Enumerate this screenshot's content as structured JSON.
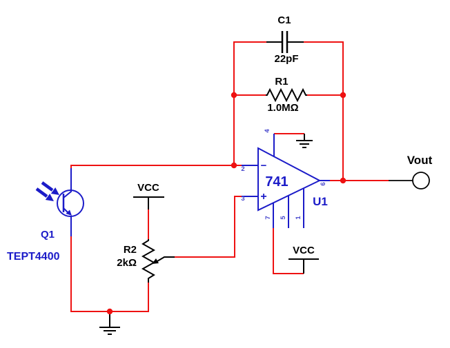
{
  "colors": {
    "wire": "#ee1111",
    "black": "#000000",
    "device": "#1b1bc8",
    "pin": "#4444cc",
    "canvas": "#ffffff"
  },
  "components": {
    "c1": {
      "ref": "C1",
      "value": "22pF"
    },
    "r1": {
      "ref": "R1",
      "value": "1.0MΩ"
    },
    "r2": {
      "ref": "R2",
      "value": "2kΩ"
    },
    "q1": {
      "ref": "Q1",
      "part": "TEPT4400"
    },
    "u1": {
      "ref": "U1",
      "part": "741",
      "inverting_sign": "−",
      "noninverting_sign": "+",
      "pins": {
        "pin1": "1",
        "pin2": "2",
        "pin3": "3",
        "pin4": "4",
        "pin5": "5",
        "pin6": "6",
        "pin7": "7"
      }
    }
  },
  "power": {
    "vcc": "VCC"
  },
  "output": {
    "label": "Vout"
  }
}
